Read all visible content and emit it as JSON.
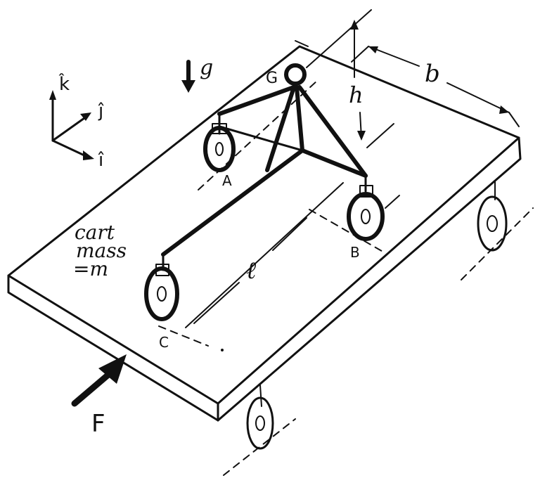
{
  "labels": {
    "g": "g",
    "G": "G",
    "A": "A",
    "B": "B",
    "C": "C",
    "h": "h",
    "b": "b",
    "l": "ℓ",
    "F": "F",
    "k_hat": "k̂",
    "j_hat": "ĵ",
    "i_hat": "î",
    "cart_line1": "cart",
    "cart_line2": "mass",
    "cart_line3": "=m"
  }
}
